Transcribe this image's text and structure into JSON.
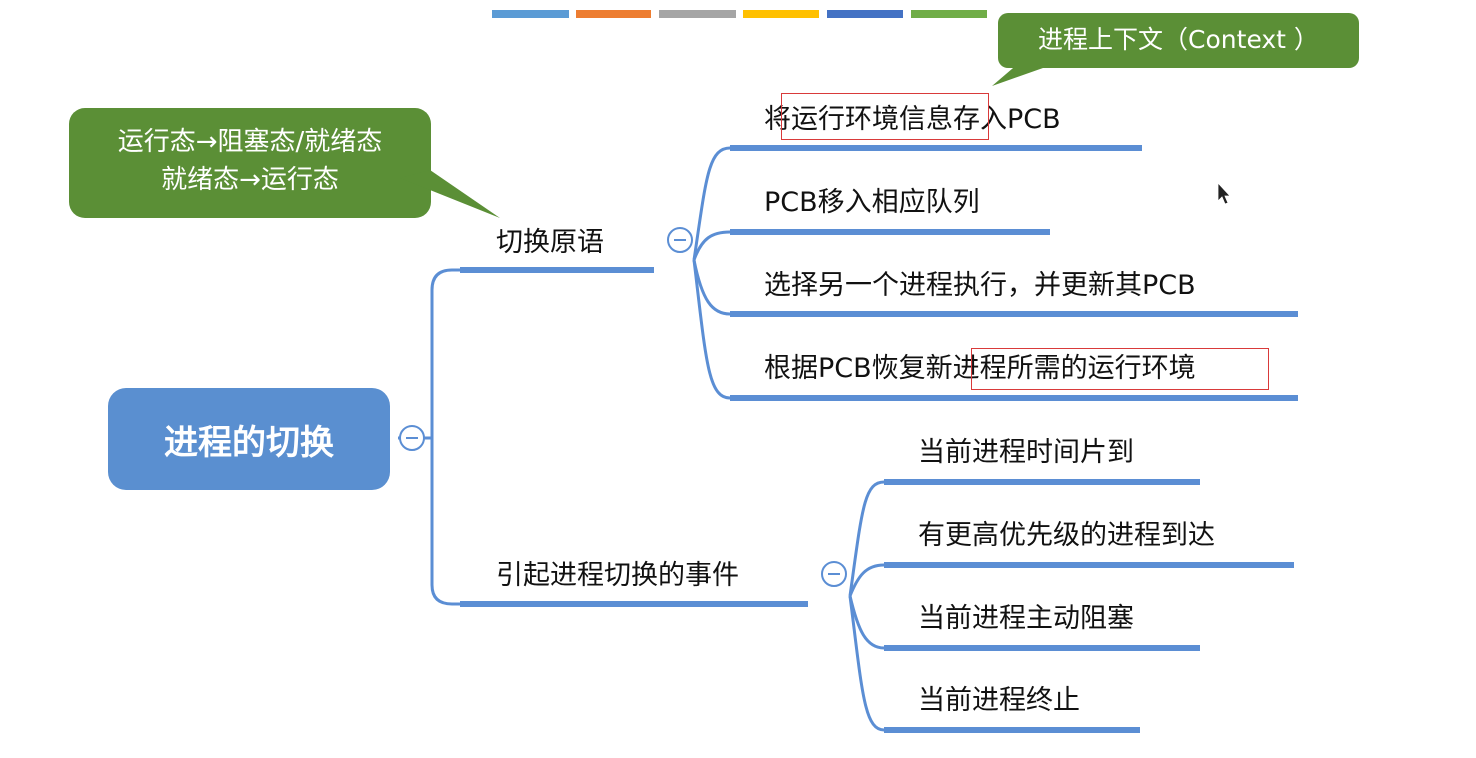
{
  "colors": {
    "line": "#5b8ed4",
    "root_fill": "#5a8fd0",
    "callout_fill": "#5b8f36",
    "highlight": "#d93a3a",
    "palette_bar": [
      "#5b9bd5",
      "#ed7d31",
      "#a5a5a5",
      "#ffc000",
      "#4472c4",
      "#70ad47"
    ]
  },
  "root": {
    "label": "进程的切换"
  },
  "branches": [
    {
      "label": "切换原语",
      "children": [
        {
          "label": "将运行环境信息存入PCB"
        },
        {
          "label": "PCB移入相应队列"
        },
        {
          "label": "选择另一个进程执行，并更新其PCB"
        },
        {
          "label": "根据PCB恢复新进程所需的运行环境"
        }
      ]
    },
    {
      "label": "引起进程切换的事件",
      "children": [
        {
          "label": "当前进程时间片到"
        },
        {
          "label": "有更高优先级的进程到达"
        },
        {
          "label": "当前进程主动阻塞"
        },
        {
          "label": "当前进程终止"
        }
      ]
    }
  ],
  "callouts": {
    "states": {
      "line1": "运行态→阻塞态/就绪态",
      "line2": "就绪态→运行态"
    },
    "context": {
      "text": "进程上下文（Context ）"
    }
  },
  "collapse_glyph": "−"
}
